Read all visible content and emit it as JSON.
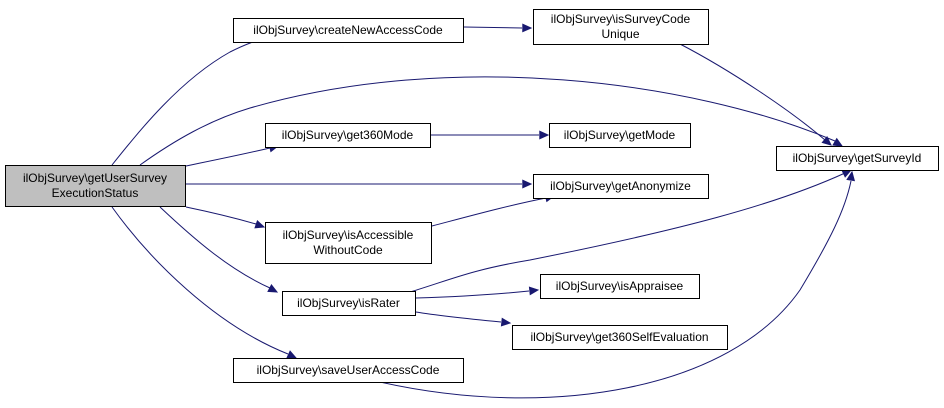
{
  "colors": {
    "edge": "#191970",
    "root_fill": "#bfbfbf",
    "node_fill": "#ffffff",
    "border": "#000000"
  },
  "nodes": {
    "getUserSurveyExecutionStatus": [
      "ilObjSurvey\\getUserSurvey",
      "ExecutionStatus"
    ],
    "createNewAccessCode": [
      "ilObjSurvey\\createNewAccessCode"
    ],
    "isSurveyCodeUnique": [
      "ilObjSurvey\\isSurveyCode",
      "Unique"
    ],
    "getSurveyId": [
      "ilObjSurvey\\getSurveyId"
    ],
    "get360Mode": [
      "ilObjSurvey\\get360Mode"
    ],
    "getMode": [
      "ilObjSurvey\\getMode"
    ],
    "getAnonymize": [
      "ilObjSurvey\\getAnonymize"
    ],
    "isAccessibleWithoutCode": [
      "ilObjSurvey\\isAccessible",
      "WithoutCode"
    ],
    "isRater": [
      "ilObjSurvey\\isRater"
    ],
    "isAppraisee": [
      "ilObjSurvey\\isAppraisee"
    ],
    "get360SelfEvaluation": [
      "ilObjSurvey\\get360SelfEvaluation"
    ],
    "saveUserAccessCode": [
      "ilObjSurvey\\saveUserAccessCode"
    ]
  },
  "edges": [
    [
      "getUserSurveyExecutionStatus",
      "createNewAccessCode"
    ],
    [
      "getUserSurveyExecutionStatus",
      "getSurveyId"
    ],
    [
      "getUserSurveyExecutionStatus",
      "get360Mode"
    ],
    [
      "getUserSurveyExecutionStatus",
      "getAnonymize"
    ],
    [
      "getUserSurveyExecutionStatus",
      "isAccessibleWithoutCode"
    ],
    [
      "getUserSurveyExecutionStatus",
      "isRater"
    ],
    [
      "getUserSurveyExecutionStatus",
      "saveUserAccessCode"
    ],
    [
      "createNewAccessCode",
      "isSurveyCodeUnique"
    ],
    [
      "isSurveyCodeUnique",
      "getSurveyId"
    ],
    [
      "get360Mode",
      "getMode"
    ],
    [
      "isAccessibleWithoutCode",
      "getAnonymize"
    ],
    [
      "isRater",
      "getSurveyId"
    ],
    [
      "isRater",
      "isAppraisee"
    ],
    [
      "isRater",
      "get360SelfEvaluation"
    ],
    [
      "saveUserAccessCode",
      "getSurveyId"
    ]
  ]
}
